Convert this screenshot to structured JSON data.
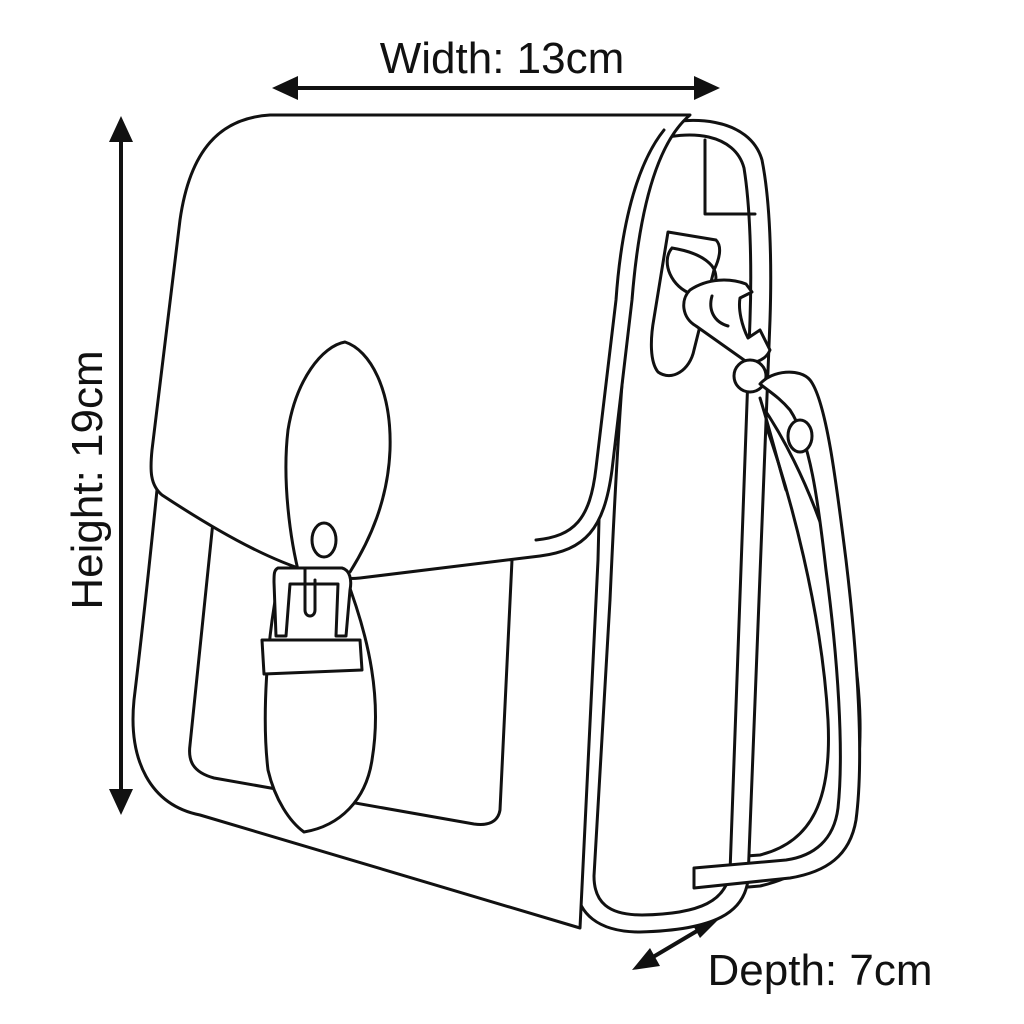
{
  "dimensions": {
    "width_label": "Width: 13cm",
    "height_label": "Height: 19cm",
    "depth_label": "Depth: 7cm"
  },
  "colors": {
    "line": "#111111",
    "background": "#ffffff"
  }
}
